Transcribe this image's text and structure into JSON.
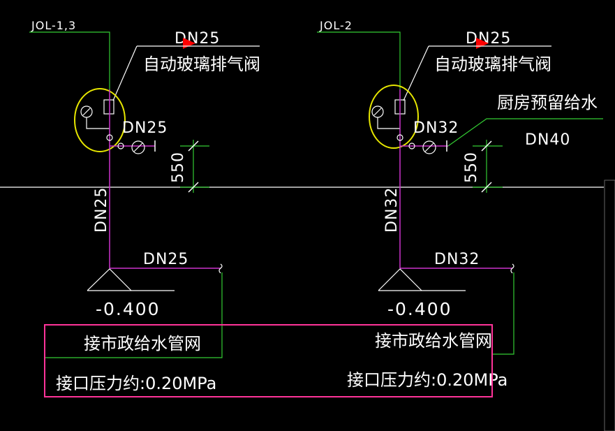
{
  "colors": {
    "background": "#000000",
    "text": "#ffffff",
    "pipe": "#cc33cc",
    "leader": "#33cc33",
    "highlight_circle": "#e6e600",
    "highlight_box": "#ff3399",
    "marker": "#ff0000"
  },
  "left_riser": {
    "id_label": "JOL-1,3",
    "top_pipe_size": "DN25",
    "vent_valve_label": "自动玻璃排气阀",
    "branch_pipe_size": "DN25",
    "height_dim": "550",
    "riser_pipe_size": "DN25",
    "bottom_pipe_size": "DN25",
    "elevation": "-0.400",
    "connection_label": "接市政给水管网",
    "pressure_label": "接口压力约:0.20MPa"
  },
  "right_riser": {
    "id_label": "JOL-2",
    "top_pipe_size": "DN25",
    "vent_valve_label": "自动玻璃排气阀",
    "branch_pipe_size": "DN32",
    "kitchen_label": "厨房预留给水",
    "kitchen_pipe_size": "DN40",
    "height_dim": "550",
    "riser_pipe_size": "DN32",
    "bottom_pipe_size": "DN32",
    "elevation": "-0.400",
    "connection_label": "接市政给水管网",
    "pressure_label": "接口压力约:0.20MPa"
  }
}
